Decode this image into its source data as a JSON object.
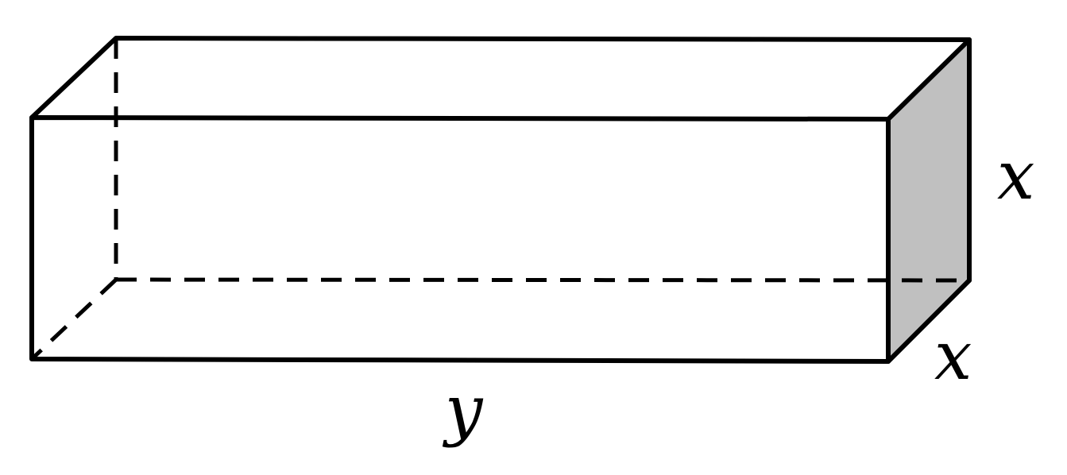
{
  "diagram": {
    "labels": {
      "height": "x",
      "depth": "x",
      "length": "y"
    },
    "colors": {
      "stroke": "#000000",
      "shaded_face": "#c0c0c0",
      "background": "#ffffff"
    }
  }
}
